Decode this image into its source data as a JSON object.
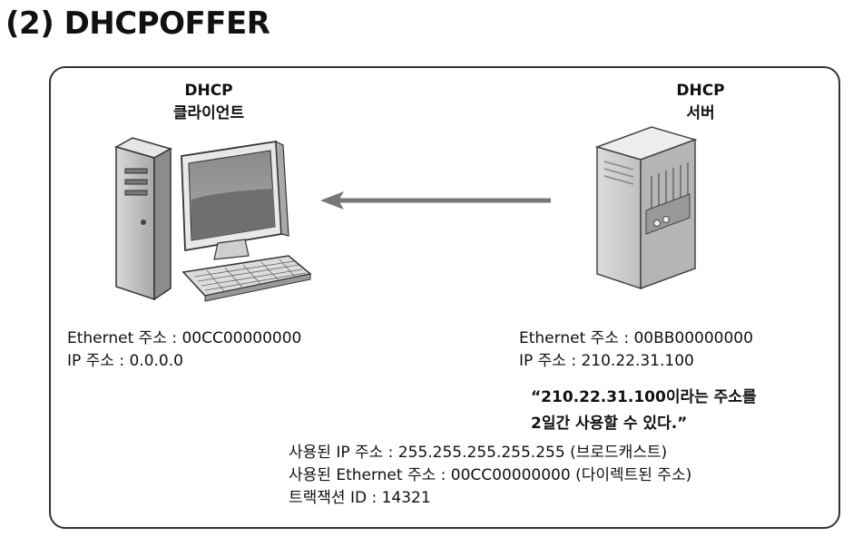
{
  "title": "(2) DHCPOFFER",
  "client": {
    "label_line1": "DHCP",
    "label_line2": "클라이언트",
    "ethernet": "Ethernet 주소 : 00CC00000000",
    "ip": "IP 주소 : 0.0.0.0"
  },
  "server": {
    "label_line1": "DHCP",
    "label_line2": "서버",
    "ethernet": "Ethernet 주소 : 00BB00000000",
    "ip": "IP 주소 : 210.22.31.100"
  },
  "offer_message": {
    "line1": "“210.22.31.100이라는 주소를",
    "line2": "2일간 사용할 수 있다.”"
  },
  "packet_details": {
    "used_ip": "사용된 IP 주소 : 255.255.255.255.255 (브로드캐스트)",
    "used_ethernet": "사용된 Ethernet 주소 : 00CC00000000 (다이렉트된 주소)",
    "transaction_id": "트랙잭션 ID : 14321"
  },
  "arrow": {
    "direction": "server-to-client",
    "color": "#777777"
  },
  "icons": [
    "desktop-computer-icon",
    "server-tower-icon"
  ]
}
